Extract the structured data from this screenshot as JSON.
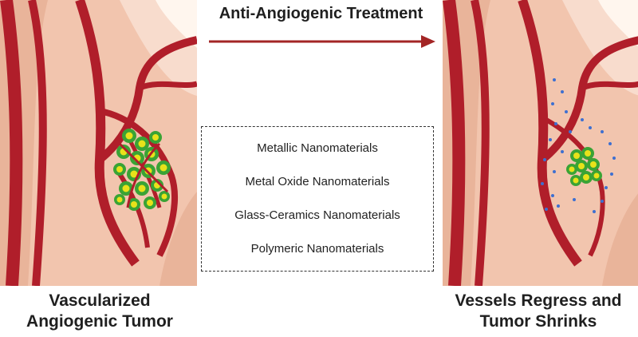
{
  "treatment": {
    "title": "Anti-Angiogenic Treatment",
    "arrow_color": "#a32525"
  },
  "left_panel": {
    "caption_line1": "Vascularized",
    "caption_line2": "Angiogenic Tumor"
  },
  "right_panel": {
    "caption_line1": "Vessels Regress and",
    "caption_line2": "Tumor Shrinks"
  },
  "nanomaterials": {
    "items": [
      "Metallic Nanomaterials",
      "Metal Oxide Nanomaterials",
      "Glass-Ceramics Nanomaterials",
      "Polymeric Nanomaterials"
    ]
  },
  "colors": {
    "vessel": "#b01e2a",
    "skin": "#f4cbb6",
    "skin_light": "#f8dccd",
    "tumor_outer": "#3aa335",
    "tumor_inner": "#e8e21a",
    "nanoparticle": "#3d6fd1"
  }
}
